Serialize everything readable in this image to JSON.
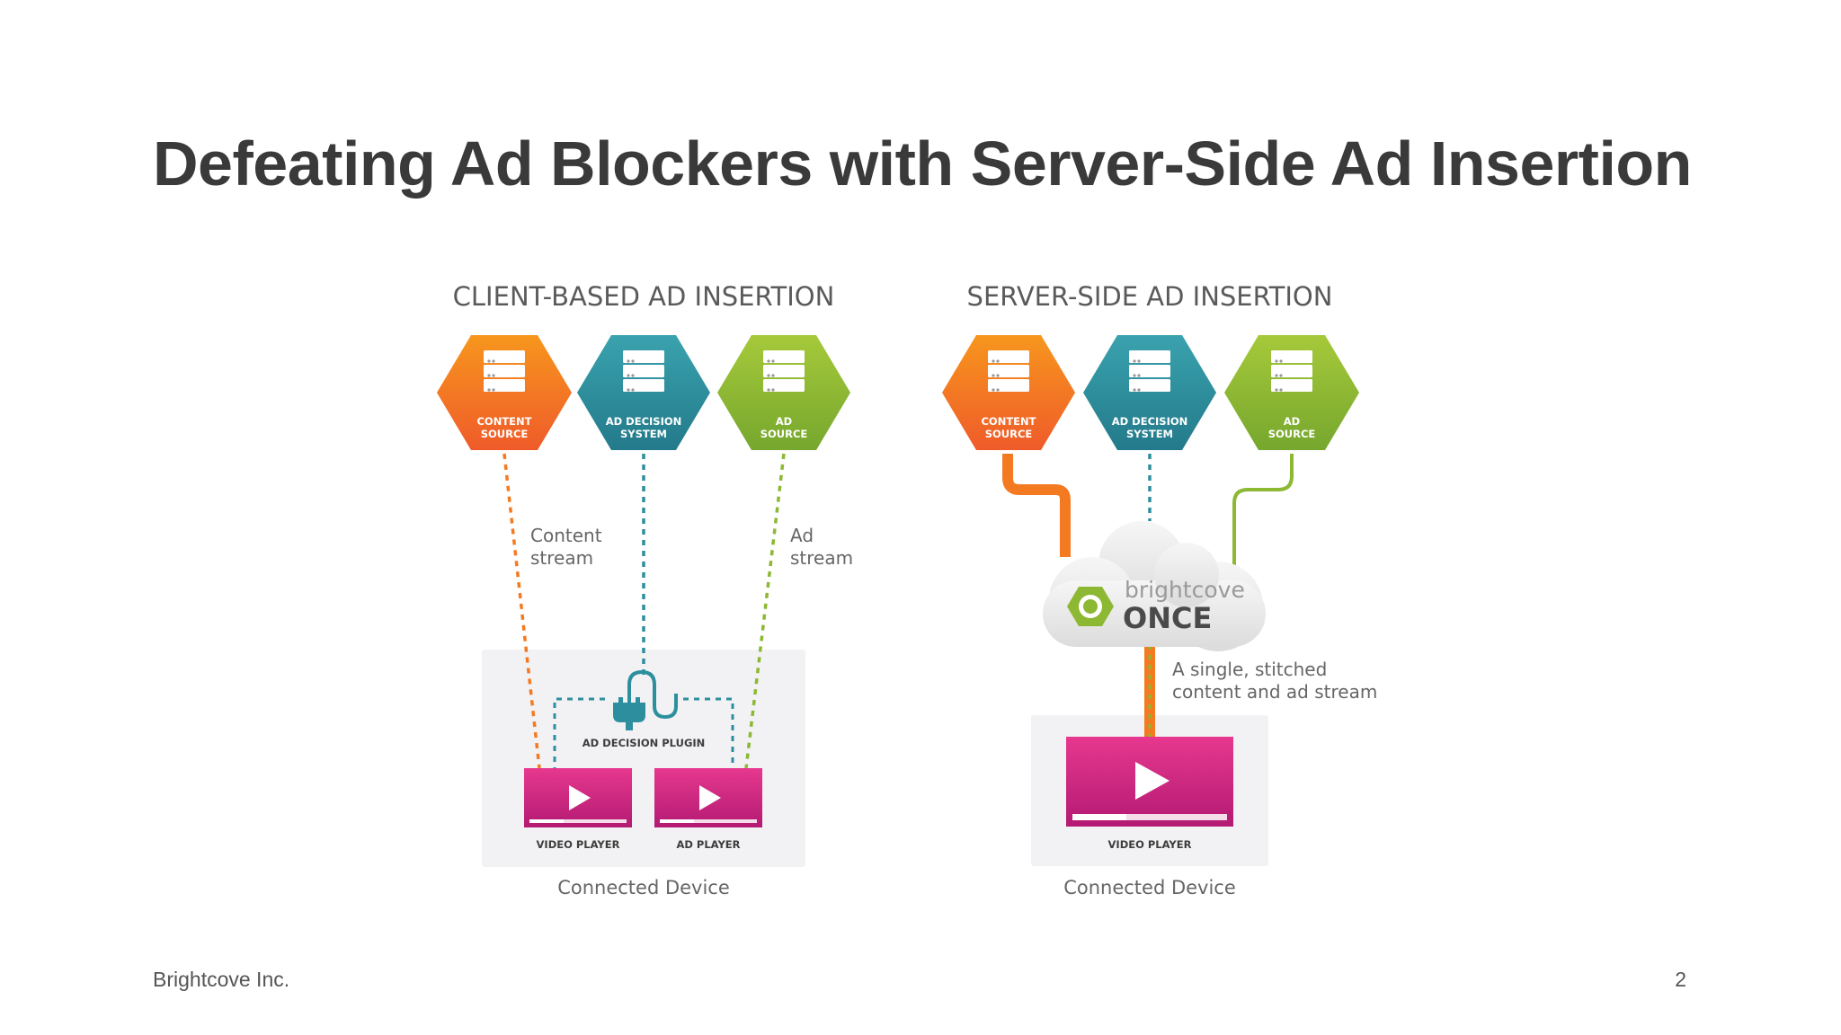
{
  "title": "Defeating Ad Blockers with Server-Side Ad Insertion",
  "footer": {
    "company": "Brightcove Inc.",
    "page_number": "2"
  },
  "colors": {
    "orange": "#f47a22",
    "teal": "#2d8f9e",
    "green": "#8db833",
    "magenta": "#c2197a",
    "text": "#3a3a3a"
  },
  "client": {
    "heading": "CLIENT-BASED AD INSERTION",
    "sources": [
      {
        "line1": "CONTENT",
        "line2": "SOURCE",
        "icon": "server-icon"
      },
      {
        "line1": "AD DECISION",
        "line2": "SYSTEM",
        "icon": "server-icon"
      },
      {
        "line1": "AD",
        "line2": "SOURCE",
        "icon": "server-icon"
      }
    ],
    "content_stream": [
      "Content",
      "stream"
    ],
    "ad_stream": [
      "Ad",
      "stream"
    ],
    "plugin_label": "AD DECISION PLUGIN",
    "video_player_label": "VIDEO PLAYER",
    "ad_player_label": "AD PLAYER",
    "device_label": "Connected Device"
  },
  "server": {
    "heading": "SERVER-SIDE AD INSERTION",
    "sources": [
      {
        "line1": "CONTENT",
        "line2": "SOURCE",
        "icon": "server-icon"
      },
      {
        "line1": "AD DECISION",
        "line2": "SYSTEM",
        "icon": "server-icon"
      },
      {
        "line1": "AD",
        "line2": "SOURCE",
        "icon": "server-icon"
      }
    ],
    "once_brand": "brightcove",
    "once_product": "ONCE",
    "stitched_note": [
      "A single, stitched",
      "content and ad stream"
    ],
    "video_player_label": "VIDEO PLAYER",
    "device_label": "Connected Device"
  }
}
